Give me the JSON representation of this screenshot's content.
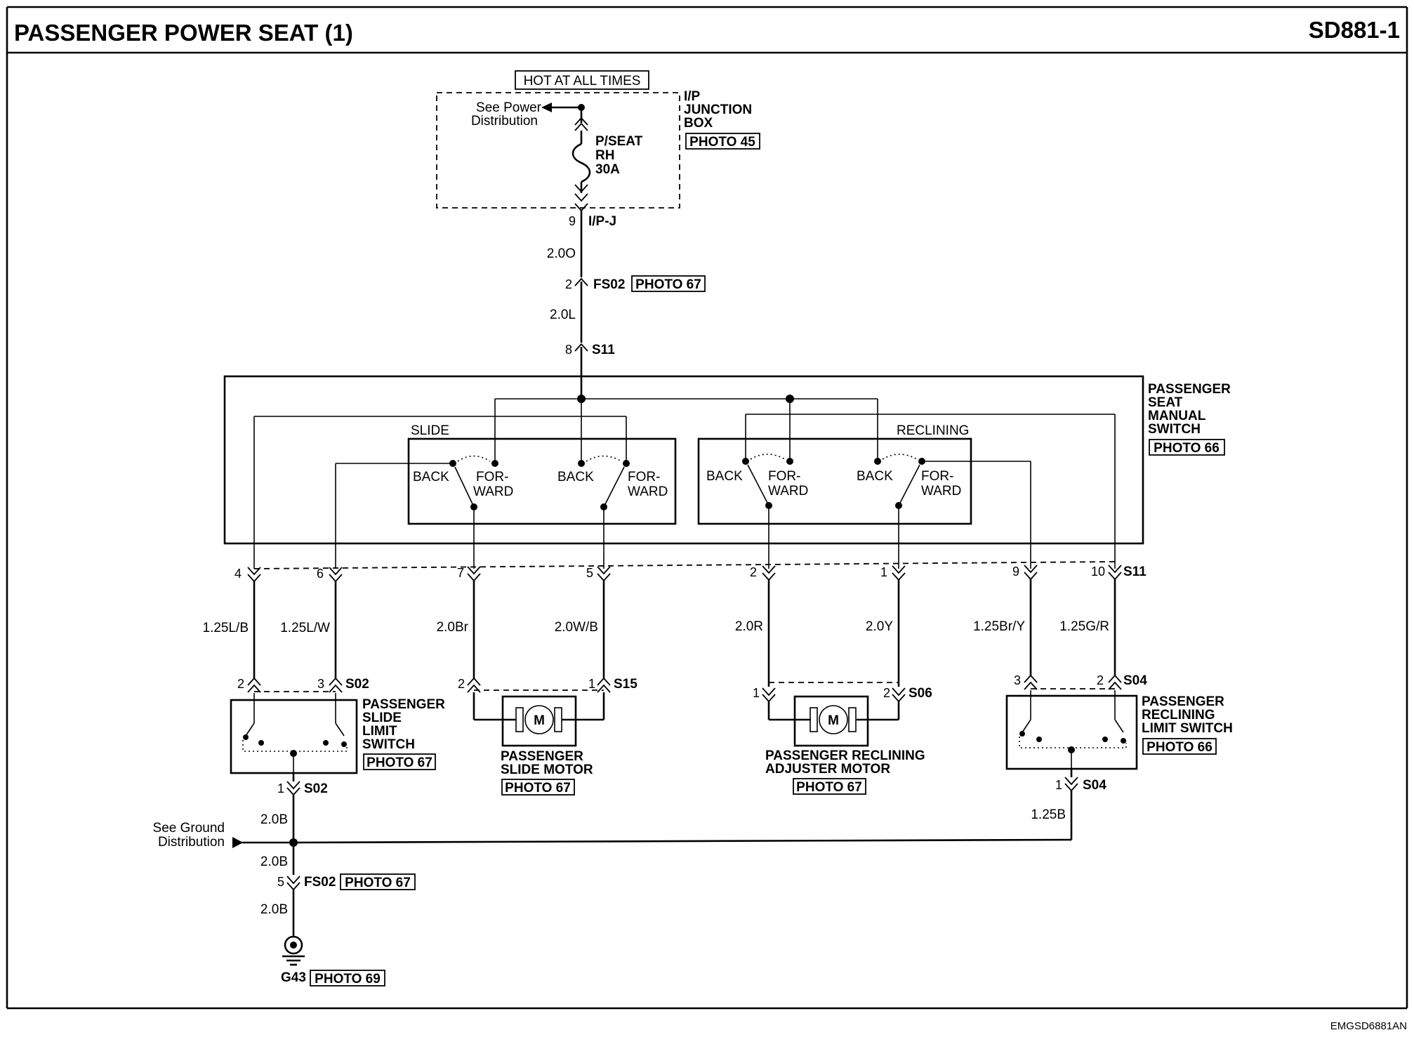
{
  "header": {
    "title": "PASSENGER POWER SEAT (1)",
    "code": "SD881-1"
  },
  "footer": {
    "code": "EMGSD6881AN"
  },
  "power": {
    "hot_label": "HOT AT ALL TIMES",
    "see_power": [
      "See Power",
      "Distribution"
    ],
    "junction_box": [
      "I/P",
      "JUNCTION",
      "BOX"
    ],
    "junction_photo": "PHOTO 45",
    "fuse": [
      "P/SEAT",
      "RH",
      "30A"
    ],
    "ipj_pin": "9",
    "ipj_label": "I/P-J",
    "wire_top": "2.0O",
    "fs02_pin": "2",
    "fs02_label": "FS02",
    "fs02_photo": "PHOTO 67",
    "wire_mid": "2.0L",
    "s11_pin": "8",
    "s11_label": "S11"
  },
  "manual_switch": {
    "name": [
      "PASSENGER",
      "SEAT",
      "MANUAL",
      "SWITCH"
    ],
    "photo": "PHOTO 66",
    "slide_label": "SLIDE",
    "reclining_label": "RECLINING",
    "back": "BACK",
    "forward": [
      "FOR-",
      "WARD"
    ],
    "connector": "S11",
    "pins": [
      "4",
      "6",
      "7",
      "5",
      "2",
      "1",
      "9",
      "10"
    ]
  },
  "wires": [
    "1.25L/B",
    "1.25L/W",
    "2.0Br",
    "2.0W/B",
    "2.0R",
    "2.0Y",
    "1.25Br/Y",
    "1.25G/R"
  ],
  "slide_limit": {
    "name": [
      "PASSENGER",
      "SLIDE",
      "LIMIT",
      "SWITCH"
    ],
    "photo": "PHOTO 67",
    "connector": "S02",
    "pin_a": "2",
    "pin_b": "3",
    "ground_pin": "1"
  },
  "slide_motor": {
    "name": [
      "PASSENGER",
      "SLIDE MOTOR"
    ],
    "photo": "PHOTO 67",
    "connector": "S15",
    "pin_a": "2",
    "pin_b": "1",
    "symbol": "M"
  },
  "reclining_motor": {
    "name": [
      "PASSENGER RECLINING",
      "ADJUSTER MOTOR"
    ],
    "photo": "PHOTO 67",
    "connector": "S06",
    "pin_a": "1",
    "pin_b": "2",
    "symbol": "M"
  },
  "reclining_limit": {
    "name": [
      "PASSENGER",
      "RECLINING",
      "LIMIT SWITCH"
    ],
    "photo": "PHOTO 66",
    "connector": "S04",
    "pin_a": "3",
    "pin_b": "2",
    "ground_pin": "1"
  },
  "ground": {
    "see_ground": [
      "See Ground",
      "Distribution"
    ],
    "wire_a": "2.0B",
    "wire_b": "2.0B",
    "wire_c": "2.0B",
    "wire_right": "1.25B",
    "fs02_pin": "5",
    "fs02_label": "FS02",
    "fs02_photo": "PHOTO 67",
    "g_label": "G43",
    "g_photo": "PHOTO 69"
  }
}
